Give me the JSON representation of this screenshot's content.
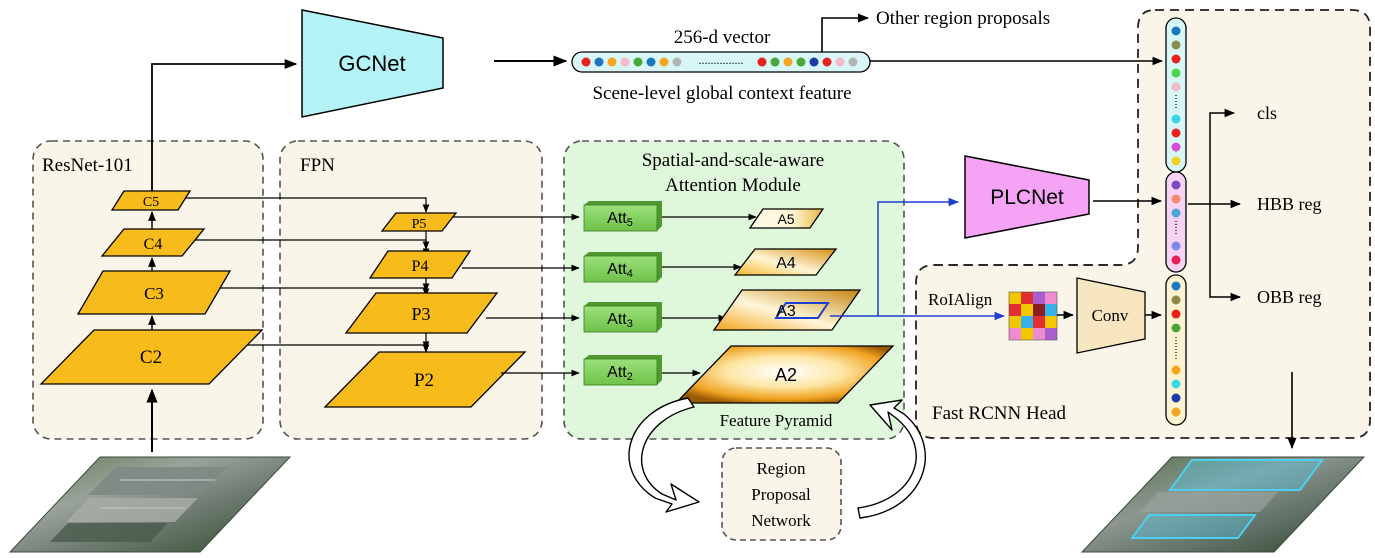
{
  "backbone": {
    "title": "ResNet-101",
    "c2": "C2",
    "c3": "C3",
    "c4": "C4",
    "c5": "C5"
  },
  "fpn": {
    "title": "FPN",
    "p2": "P2",
    "p3": "P3",
    "p4": "P4",
    "p5": "P5"
  },
  "attention": {
    "title_line1": "Spatial-and-scale-aware",
    "title_line2": "Attention Module",
    "att5": "Att5",
    "att4": "Att4",
    "att3": "Att3",
    "att2": "Att2",
    "a5": "A5",
    "a4": "A4",
    "a3": "A3",
    "a2": "A2",
    "pyramid_label": "Feature Pyramid"
  },
  "gcnet": {
    "label": "GCNet"
  },
  "context_vector": {
    "top_label": "256-d vector",
    "dots_text": "...............",
    "bottom_label": "Scene-level global context feature"
  },
  "other_proposals": "Other region proposals",
  "plcnet": {
    "label": "PLCNet"
  },
  "rpn": {
    "line1": "Region",
    "line2": "Proposal",
    "line3": "Network"
  },
  "head": {
    "roialign": "RoIAlign",
    "conv": "Conv",
    "title": "Fast RCNN Head"
  },
  "outputs": {
    "cls": "cls",
    "hbb": "HBB reg",
    "obb": "OBB reg"
  },
  "colors": {
    "feature_fill": "#f7bb1c",
    "att_block": "#8ad560",
    "gcnet_fill": "#b4f3f5",
    "plcnet_fill": "#f5a3f5",
    "panel_fill": "#faf5e9",
    "attention_panel_fill": "#dff7da",
    "roi_link": "#1f3fcf"
  }
}
